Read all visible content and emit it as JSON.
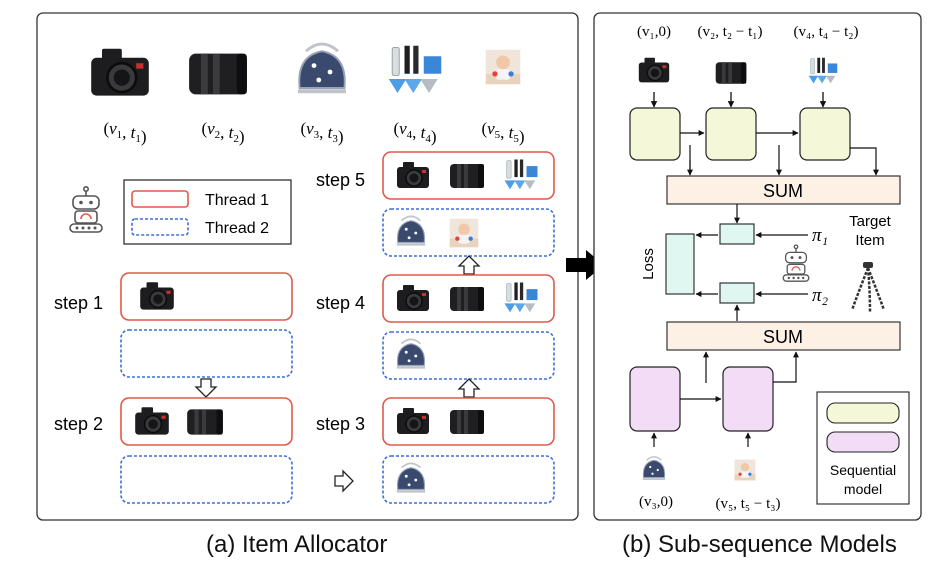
{
  "panel_a": {
    "caption": "(a) Item Allocator",
    "item_labels": [
      {
        "v": "v",
        "vs": "1",
        "t": "t",
        "ts": "1"
      },
      {
        "v": "v",
        "vs": "2",
        "t": "t",
        "ts": "2"
      },
      {
        "v": "v",
        "vs": "3",
        "t": "t",
        "ts": "3"
      },
      {
        "v": "v",
        "vs": "4",
        "t": "t",
        "ts": "4"
      },
      {
        "v": "v",
        "vs": "5",
        "t": "t",
        "ts": "5"
      }
    ],
    "legend": {
      "thread1": "Thread 1",
      "thread2": "Thread 2"
    },
    "steps": [
      "step 1",
      "step 2",
      "step 3",
      "step 4",
      "step 5"
    ]
  },
  "panel_b": {
    "caption": "(b) Sub-sequence Models",
    "top_inputs": [
      "(v₁,0)",
      "(v₂, t₂ − t₁)",
      "(v₄, t₄ − t₂)"
    ],
    "bottom_inputs": [
      "(v₃,0)",
      "(v₅, t₅ − t₃)"
    ],
    "sum_label": "SUM",
    "loss_label": "Loss",
    "pi1": "π₁",
    "pi2": "π₂",
    "target_label": [
      "Target",
      "Item"
    ],
    "legend_label": [
      "Sequential",
      "model"
    ]
  },
  "colors": {
    "thread1": "#e05a4a",
    "thread2": "#3b6fd6",
    "model_green": "#f4f8d8",
    "model_purple": "#f2dcf6",
    "sum_fill": "#fdf1e6",
    "policy_fill": "#dff6f1"
  }
}
